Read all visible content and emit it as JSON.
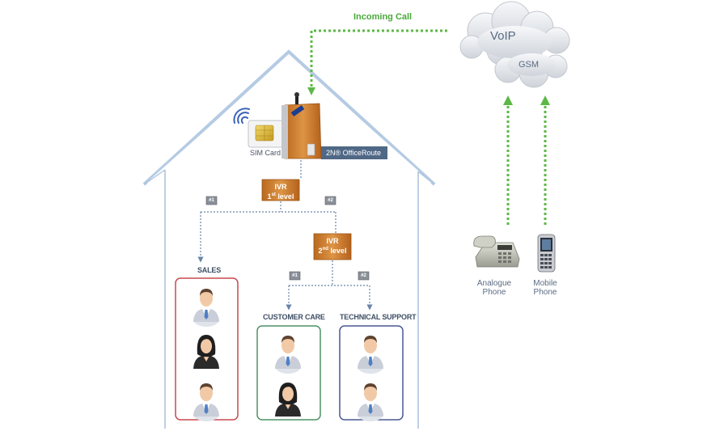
{
  "incoming_call": "Incoming Call",
  "network": {
    "voip": "VoIP",
    "gsm": "GSM"
  },
  "gateway": {
    "sim_card": "SIM Card",
    "product": "2N® OfficeRoute"
  },
  "ivr1": {
    "title": "IVR",
    "level_num": "1",
    "level_sup": "st",
    "level_word": "level"
  },
  "ivr2": {
    "title": "IVR",
    "level_num": "2",
    "level_sup": "nd",
    "level_word": "level"
  },
  "badges": {
    "b1": "#1",
    "b2": "#2",
    "b3": "#1",
    "b4": "#2"
  },
  "departments": {
    "sales": "SALES",
    "customer_care": "CUSTOMER CARE",
    "technical_support": "TECHNICAL SUPPORT"
  },
  "phones": {
    "analog_1": "Analogue",
    "analog_2": "Phone",
    "mobile_1": "Mobile",
    "mobile_2": "Phone"
  },
  "colors": {
    "arrow_green": "#5cb846",
    "orange": "#c8762a",
    "house_line": "#a9c1dc",
    "sales_box": "#c9484e",
    "care_box": "#4d9266",
    "support_box": "#4a5894"
  }
}
